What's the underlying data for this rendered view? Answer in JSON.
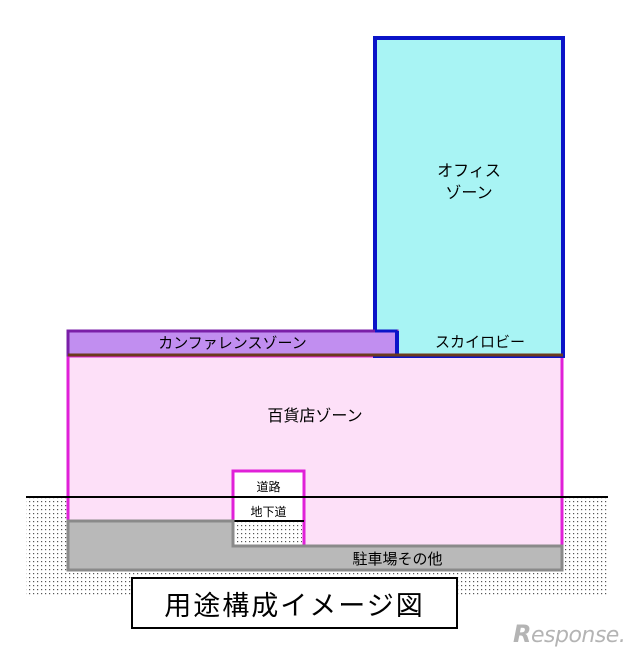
{
  "diagram": {
    "office_label_line1": "オフィス",
    "office_label_line2": "ゾーン",
    "conference_label": "カンファレンスゾーン",
    "sky_lobby_label": "スカイロビー",
    "department_store_label": "百貨店ゾーン",
    "road_label": "道路",
    "underpass_label": "地下道",
    "parking_label": "駐車場その他"
  },
  "caption": "用途構成イメージ図",
  "watermark": {
    "r": "R",
    "rest": "esponse."
  },
  "colors": {
    "office_fill": "#a8f4f4",
    "office_border": "#0a14c8",
    "conference_fill": "#c18ef0",
    "conference_border": "#7a1fa8",
    "store_fill": "#fde0f8",
    "store_border": "#e020d8",
    "parking_fill": "#b9b9b9",
    "ground_line": "#000000"
  }
}
